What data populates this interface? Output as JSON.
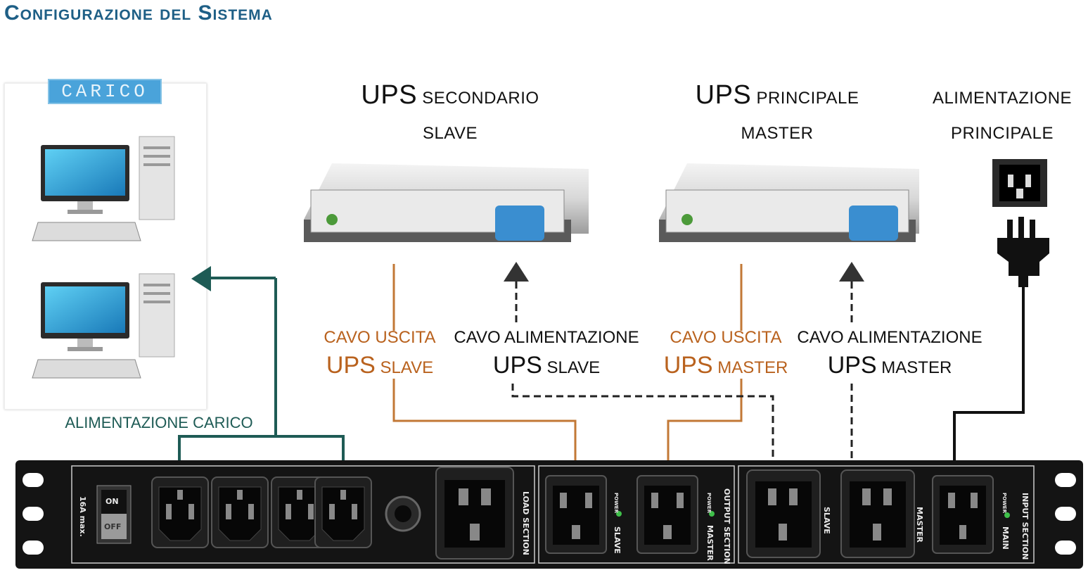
{
  "title": "Configurazione del Sistema",
  "carico": {
    "tag": "CARICO",
    "power_label": "ALIMENTAZIONE CARICO"
  },
  "ups_slave": {
    "title_ups": "UPS",
    "title_rest": "SECONDARIO",
    "subtitle": "SLAVE"
  },
  "ups_master": {
    "title_ups": "UPS",
    "title_rest": "PRINCIPALE",
    "subtitle": "MASTER"
  },
  "main_power": {
    "line1": "ALIMENTAZIONE",
    "line2": "PRINCIPALE"
  },
  "cables": {
    "slave_out": {
      "line1": "CAVO USCITA",
      "ups": "UPS",
      "rest": "SLAVE"
    },
    "slave_in": {
      "line1": "CAVO ALIMENTAZIONE",
      "ups": "UPS",
      "rest": "SLAVE"
    },
    "master_out": {
      "line1": "CAVO USCITA",
      "ups": "UPS",
      "rest": "MASTER"
    },
    "master_in": {
      "line1": "CAVO ALIMENTAZIONE",
      "ups": "UPS",
      "rest": "MASTER"
    }
  },
  "panel": {
    "breaker_rating": "16A max.",
    "switch_on": "ON",
    "switch_off": "OFF",
    "load_section": "LOAD SECTION",
    "output_section": "OUTPUT SECTION",
    "input_section": "INPUT SECTION",
    "power": "POWER",
    "slave": "SLAVE",
    "master": "MASTER",
    "main": "MAIN"
  },
  "colors": {
    "title": "#1e5f86",
    "output_cable": "#b9621e",
    "load_cable": "#1e5b55",
    "panel": "#141414",
    "carico_tag": "#4aa3da"
  }
}
